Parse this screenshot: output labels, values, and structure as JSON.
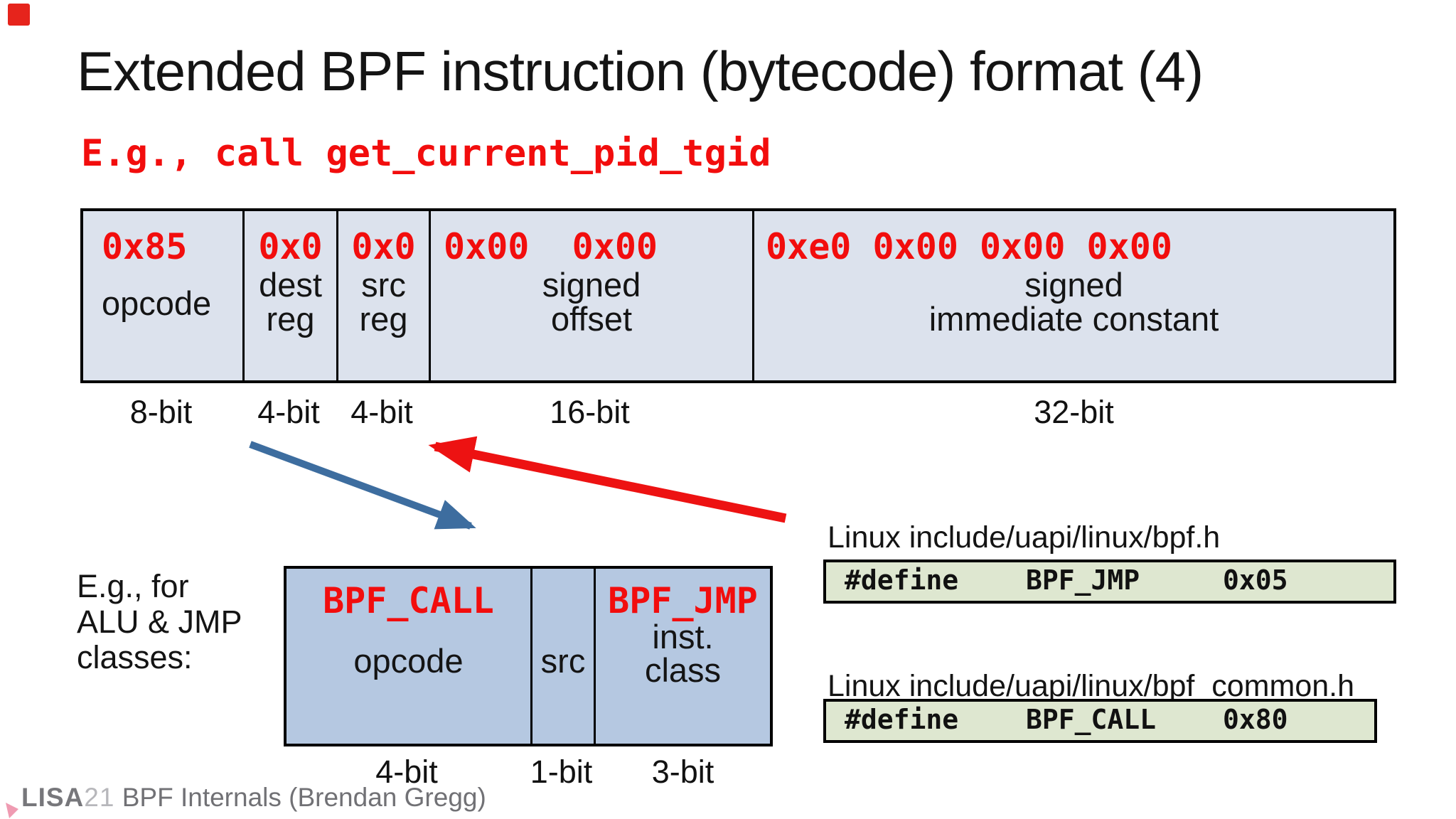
{
  "slide": {
    "title": "Extended BPF instruction (bytecode) format (4)",
    "example_code": "E.g., call get_current_pid_tgid",
    "footer": {
      "brand": "LISA",
      "year": "21",
      "credit": " BPF Internals (Brendan Gregg)"
    }
  },
  "instruction_format_table": {
    "fields": [
      {
        "hex": "0x85",
        "lines": [
          "opcode"
        ],
        "bits": "8-bit"
      },
      {
        "hex": "0x0",
        "lines": [
          "dest",
          "reg"
        ],
        "bits": "4-bit"
      },
      {
        "hex": "0x0",
        "lines": [
          "src",
          "reg"
        ],
        "bits": "4-bit"
      },
      {
        "hex": "0x00  0x00",
        "lines": [
          "signed",
          "offset"
        ],
        "bits": "16-bit"
      },
      {
        "hex": "0xe0 0x00 0x00 0x00",
        "lines": [
          "signed",
          "immediate constant"
        ],
        "bits": "32-bit"
      }
    ]
  },
  "opcode_breakdown_table": {
    "caption_lines": [
      "E.g., for",
      "ALU & JMP",
      "classes:"
    ],
    "fields": [
      {
        "hex": "BPF_CALL",
        "lines": [
          "opcode"
        ],
        "bits": "4-bit"
      },
      {
        "hex": "",
        "lines": [
          "src"
        ],
        "bits": "1-bit"
      },
      {
        "hex": "BPF_JMP",
        "lines": [
          "inst.",
          "class"
        ],
        "bits": "3-bit"
      }
    ]
  },
  "defines": [
    {
      "heading": "Linux include/uapi/linux/bpf.h",
      "directive": "#define",
      "symbol": "BPF_JMP",
      "value": "0x05"
    },
    {
      "heading": "Linux include/uapi/linux/bpf_common.h",
      "directive": "#define",
      "symbol": "BPF_CALL",
      "value": "0x80"
    }
  ],
  "colors": {
    "accent_red_text": "#f20d0d",
    "field_fill": "#dce2ed",
    "opcode_fill": "#b5c8e1",
    "define_fill": "#dee7d0",
    "arrow_blue": "#3d6d9f",
    "arrow_red": "#ed1212",
    "corner_marker_red": "#e6241c",
    "corner_marker_pink": "#ef9bb2"
  }
}
